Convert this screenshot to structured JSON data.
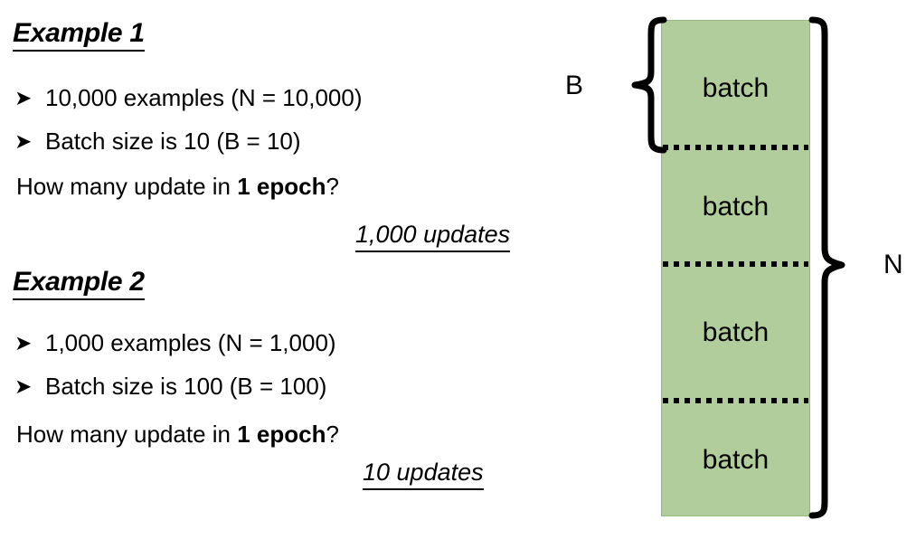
{
  "slide": {
    "background_color": "#ffffff",
    "text_color": "#000000"
  },
  "examples": [
    {
      "heading": "Example 1",
      "bullet_icon": "arrowhead-bullet",
      "bullets": [
        "10,000 examples (N = 10,000)",
        "Batch size is 10 (B = 10)"
      ],
      "question_prefix": "How many update in ",
      "question_emphasis": "1 epoch",
      "question_suffix": "?",
      "answer": "1,000 updates"
    },
    {
      "heading": "Example 2",
      "bullet_icon": "arrowhead-bullet",
      "bullets": [
        "1,000 examples (N = 1,000)",
        "Batch size is 100 (B = 100)"
      ],
      "question_prefix": "How many update in ",
      "question_emphasis": "1 epoch",
      "question_suffix": "?",
      "answer": "10 updates"
    }
  ],
  "diagram": {
    "bar_color": "#b0cd9b",
    "bar_border_color": "#94b97e",
    "divider_style": "dotted",
    "batch_labels": [
      "batch",
      "batch",
      "batch",
      "batch"
    ],
    "batch_size_label": "B",
    "total_size_label": "N",
    "batch_size_brace": "left-curly-brace",
    "total_size_brace": "right-curly-brace"
  }
}
